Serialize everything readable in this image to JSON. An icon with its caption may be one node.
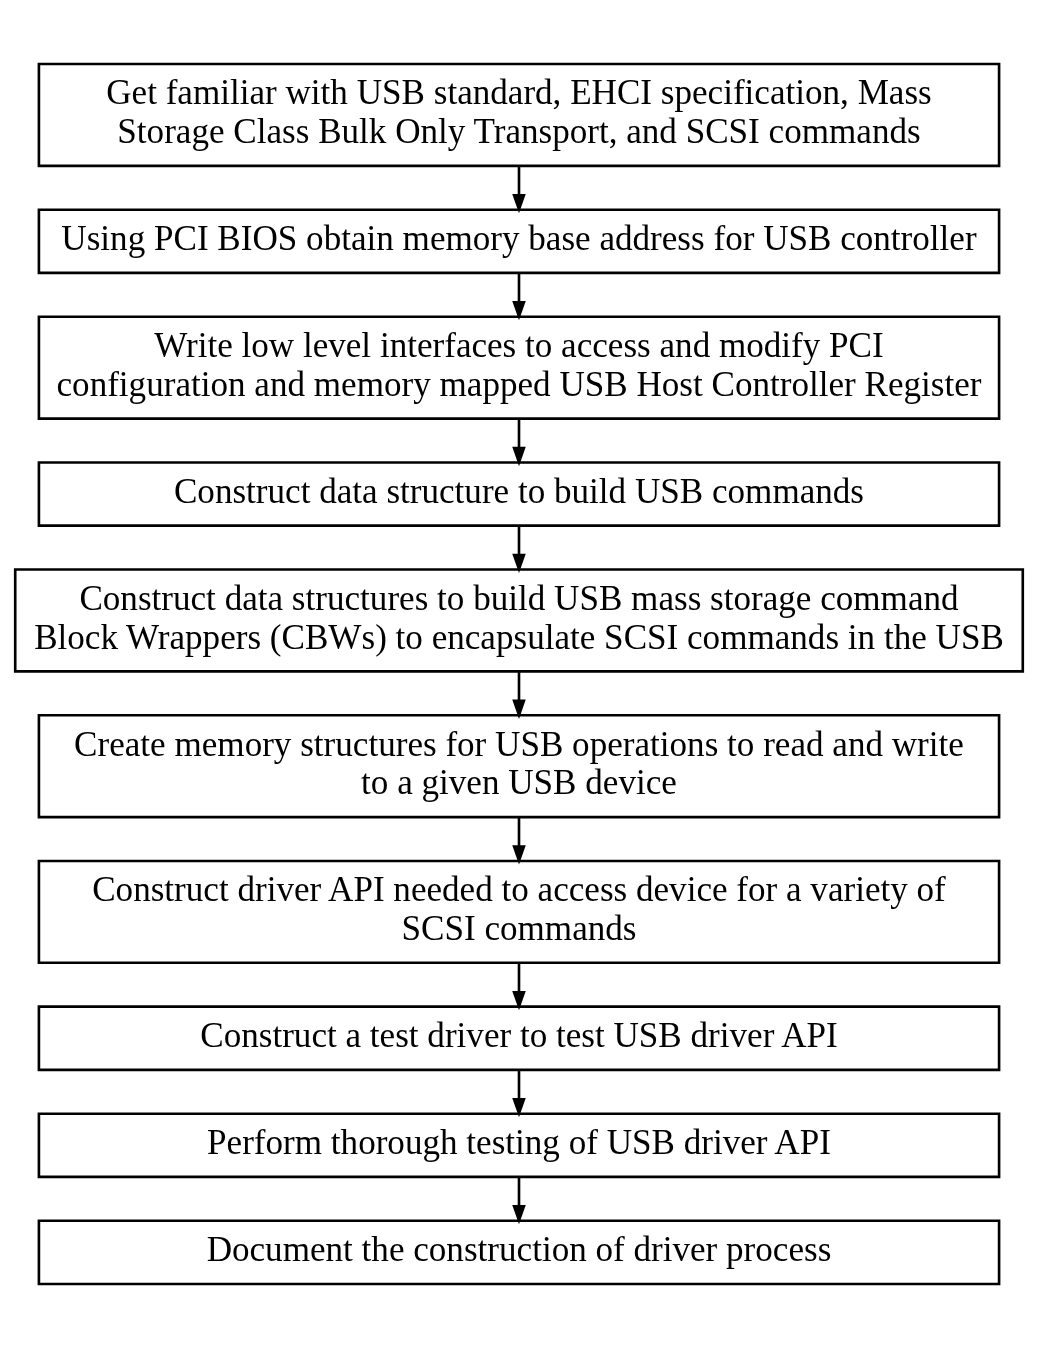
{
  "diagram": {
    "nodes": [
      {
        "text": [
          "Get familiar with USB standard, EHCI specification, Mass Storage Class Bulk Only Transport, and SCSI commands"
        ]
      },
      {
        "text": [
          "Using PCI BIOS obtain memory base address for USB controller"
        ]
      },
      {
        "text": [
          "Write low level interfaces to access and modify PCI configuration and memory mapped USB Host Controller Register"
        ]
      },
      {
        "text": [
          "Construct data structure to build USB commands"
        ]
      },
      {
        "text": [
          "Construct data structures to build USB mass storage command Block Wrappers (CBWs) to encapsulate SCSI commands in the USB"
        ]
      },
      {
        "text": [
          "Create memory structures for USB operations to read and write to a given USB device"
        ]
      },
      {
        "text": [
          "Construct driver API needed to access device for a variety of SCSI commands"
        ]
      },
      {
        "text": [
          "Construct a test driver to test USB driver API"
        ]
      },
      {
        "text": [
          "Perform thorough testing of USB driver API"
        ]
      },
      {
        "text": [
          "Document the construction of driver process"
        ]
      }
    ],
    "edges": [
      {
        "from": 0,
        "to": 1,
        "arrow": "to"
      },
      {
        "from": 1,
        "to": 2,
        "arrow": "to"
      },
      {
        "from": 2,
        "to": 3,
        "arrow": "to"
      },
      {
        "from": 3,
        "to": 4,
        "arrow": "to"
      },
      {
        "from": 4,
        "to": 5,
        "arrow": "to"
      },
      {
        "from": 5,
        "to": 6,
        "arrow": "to"
      },
      {
        "from": 6,
        "to": 7,
        "arrow": "to"
      },
      {
        "from": 7,
        "to": 8,
        "arrow": "to"
      },
      {
        "from": 8,
        "to": 9,
        "arrow": "to"
      }
    ]
  }
}
